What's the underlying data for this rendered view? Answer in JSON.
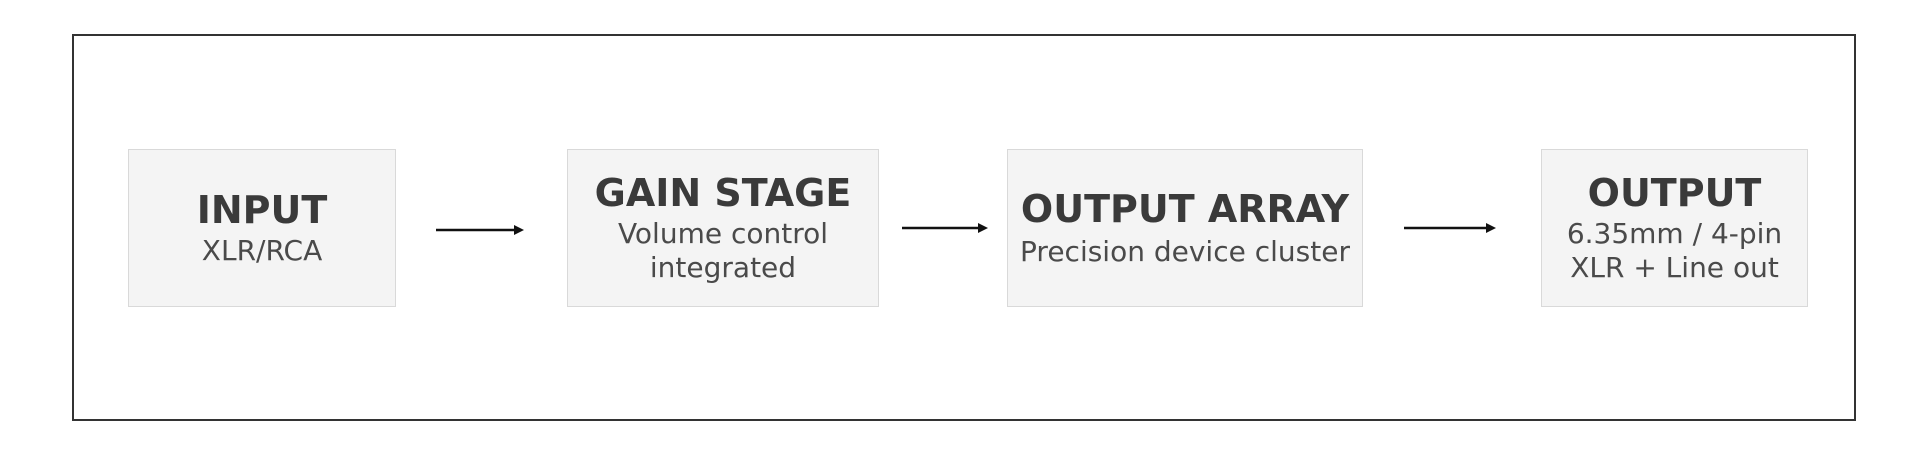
{
  "diagram": {
    "blocks": [
      {
        "title": "INPUT",
        "subtitle": "XLR/RCA"
      },
      {
        "title": "GAIN STAGE",
        "subtitle": "Volume control\nintegrated"
      },
      {
        "title": "OUTPUT ARRAY",
        "subtitle": "Precision device cluster"
      },
      {
        "title": "OUTPUT",
        "subtitle": "6.35mm / 4-pin\nXLR + Line out"
      }
    ],
    "colors": {
      "frame": "#333333",
      "block_fill": "#f4f4f4",
      "block_border": "#d9d9d9",
      "text": "#3a3a3a",
      "arrow": "#111111"
    }
  }
}
